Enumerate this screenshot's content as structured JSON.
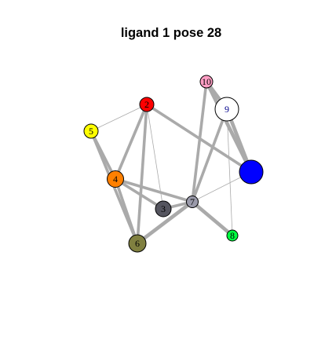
{
  "title": "ligand 1 pose 28",
  "nodes": [
    {
      "id": "1",
      "label": "",
      "fill": "#0000ff",
      "text_color": "#000000"
    },
    {
      "id": "2",
      "label": "2",
      "fill": "#ff0000",
      "text_color": "#000000"
    },
    {
      "id": "3",
      "label": "3",
      "fill": "#55555f",
      "text_color": "#000000"
    },
    {
      "id": "4",
      "label": "4",
      "fill": "#ff8000",
      "text_color": "#000000"
    },
    {
      "id": "5",
      "label": "5",
      "fill": "#ffff00",
      "text_color": "#000000"
    },
    {
      "id": "6",
      "label": "6",
      "fill": "#808040",
      "text_color": "#000000"
    },
    {
      "id": "7",
      "label": "7",
      "fill": "#9a9aaa",
      "text_color": "#000000"
    },
    {
      "id": "8",
      "label": "8",
      "fill": "#00ff40",
      "text_color": "#000000"
    },
    {
      "id": "9",
      "label": "9",
      "fill": "#ffffff",
      "text_color": "#00008b"
    },
    {
      "id": "10",
      "label": "10",
      "fill": "#ff9ec4",
      "text_color": "#000000"
    }
  ],
  "edges": [
    {
      "from": "2",
      "to": "5",
      "weight": 1
    },
    {
      "from": "2",
      "to": "4",
      "weight": 3
    },
    {
      "from": "2",
      "to": "6",
      "weight": 3
    },
    {
      "from": "2",
      "to": "3",
      "weight": 1
    },
    {
      "from": "2",
      "to": "1",
      "weight": 3
    },
    {
      "from": "5",
      "to": "4",
      "weight": 3
    },
    {
      "from": "5",
      "to": "6",
      "weight": 3
    },
    {
      "from": "4",
      "to": "6",
      "weight": 3
    },
    {
      "from": "4",
      "to": "3",
      "weight": 3
    },
    {
      "from": "4",
      "to": "7",
      "weight": 3
    },
    {
      "from": "3",
      "to": "7",
      "weight": 3
    },
    {
      "from": "6",
      "to": "7",
      "weight": 4
    },
    {
      "from": "7",
      "to": "8",
      "weight": 4
    },
    {
      "from": "7",
      "to": "1",
      "weight": 1
    },
    {
      "from": "7",
      "to": "10",
      "weight": 3
    },
    {
      "from": "7",
      "to": "9",
      "weight": 3
    },
    {
      "from": "10",
      "to": "1",
      "weight": 4
    },
    {
      "from": "10",
      "to": "9",
      "weight": 4
    },
    {
      "from": "9",
      "to": "1",
      "weight": 4
    },
    {
      "from": "9",
      "to": "8",
      "weight": 1
    }
  ],
  "edge_color": "#aaaaaa",
  "node_stroke": "#000000"
}
